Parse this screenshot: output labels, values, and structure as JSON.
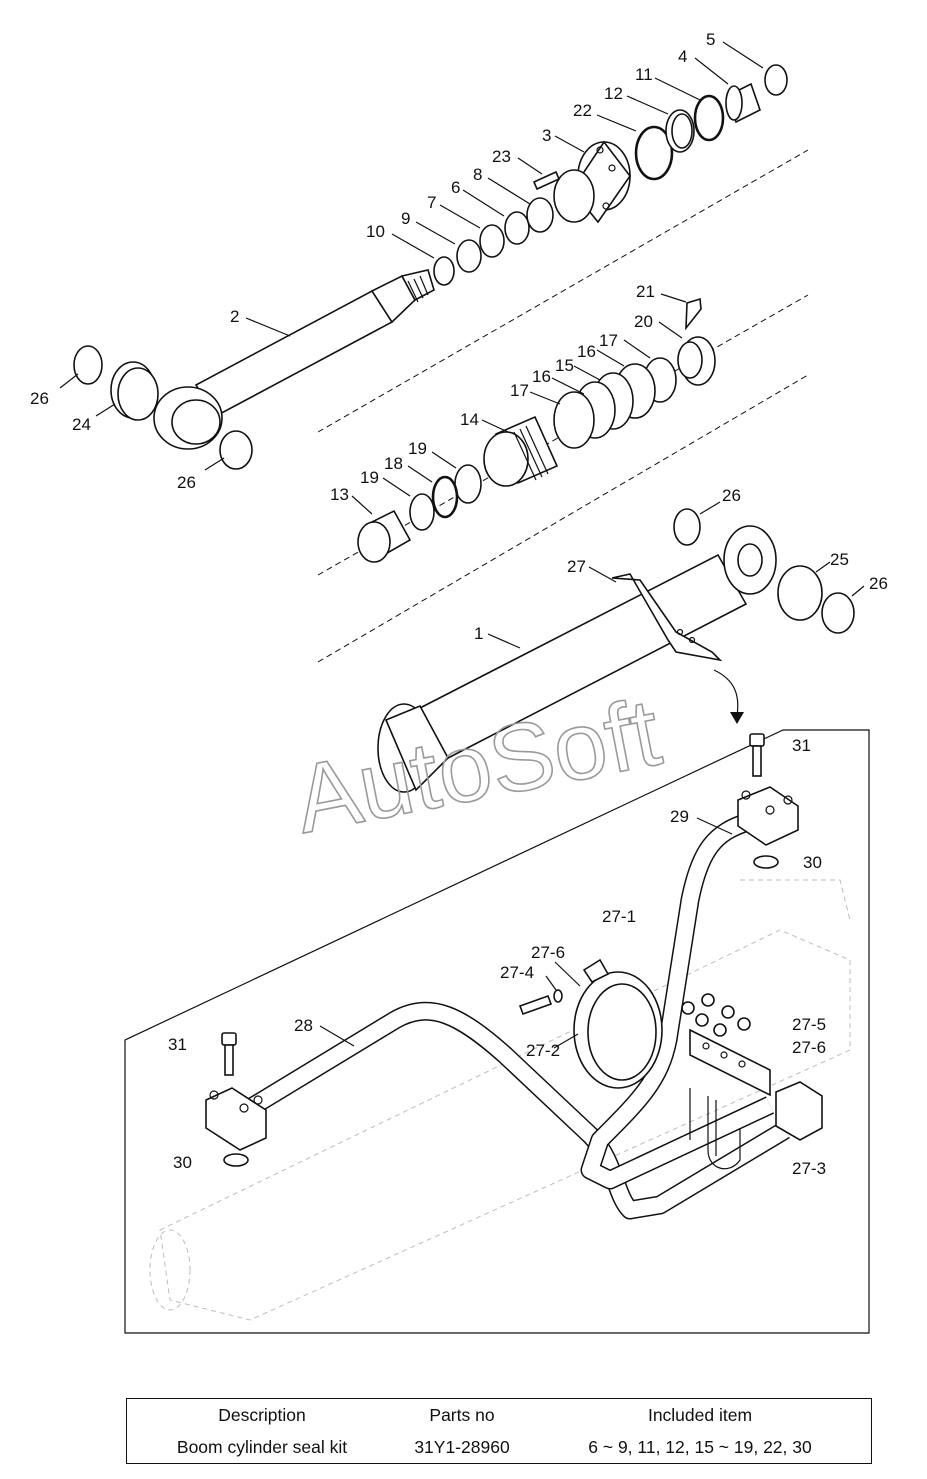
{
  "callouts": {
    "c1": "1",
    "c2": "2",
    "c3": "3",
    "c4": "4",
    "c5": "5",
    "c6": "6",
    "c7": "7",
    "c8": "8",
    "c9": "9",
    "c10": "10",
    "c11": "11",
    "c12": "12",
    "c13": "13",
    "c14": "14",
    "c15": "15",
    "c16a": "16",
    "c16b": "16",
    "c17a": "17",
    "c17b": "17",
    "c18": "18",
    "c19a": "19",
    "c19b": "19",
    "c20": "20",
    "c21": "21",
    "c22": "22",
    "c23": "23",
    "c24": "24",
    "c25": "25",
    "c26a": "26",
    "c26b": "26",
    "c26c": "26",
    "c26d": "26",
    "c27": "27",
    "c27_1": "27-1",
    "c27_2": "27-2",
    "c27_3": "27-3",
    "c27_4": "27-4",
    "c27_5": "27-5",
    "c27_6a": "27-6",
    "c27_6b": "27-6",
    "c28": "28",
    "c29": "29",
    "c30a": "30",
    "c30b": "30",
    "c31a": "31",
    "c31b": "31"
  },
  "watermark": "AutoSoft",
  "kit_table": {
    "headers": {
      "description": "Description",
      "parts_no": "Parts no",
      "included": "Included item"
    },
    "row": {
      "description": "Boom cylinder seal kit",
      "parts_no": "31Y1-28960",
      "included": "6 ~ 9, 11, 12, 15 ~ 19, 22, 30"
    }
  }
}
